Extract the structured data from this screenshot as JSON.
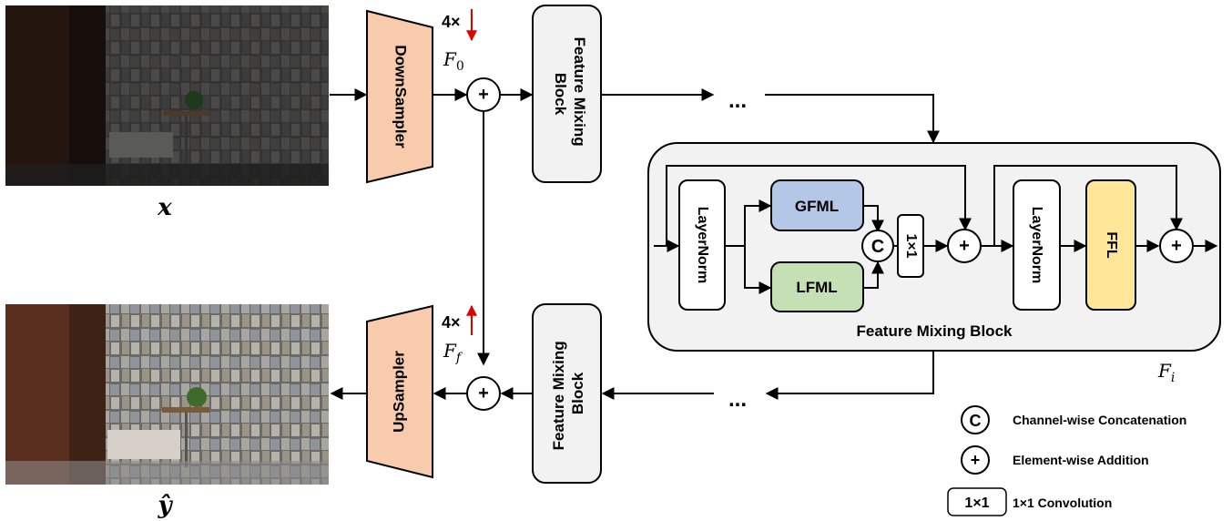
{
  "images": {
    "input_label": "x",
    "output_label": "ŷ"
  },
  "top_branch": {
    "sampler_label": "DownSampler",
    "scale_label": "4×",
    "feature_label_main": "F",
    "feature_label_sub": "0",
    "block_line1": "Feature Mixing",
    "block_line2": "Block",
    "ellipsis": "..."
  },
  "bottom_branch": {
    "sampler_label": "UpSampler",
    "scale_label": "4×",
    "feature_label_main": "F",
    "feature_label_sub": "f",
    "block_line1": "Feature Mixing",
    "block_line2": "Block",
    "ellipsis": "..."
  },
  "fmb_detail": {
    "title": "Feature Mixing Block",
    "layernorm1": "LayerNorm",
    "gfml": "GFML",
    "lfml": "LFML",
    "concat_symbol": "C",
    "conv": "1×1",
    "plus": "+",
    "layernorm2": "LayerNorm",
    "ffl": "FFL",
    "fi_main": "F",
    "fi_sub": "i"
  },
  "legend": {
    "concat_symbol": "C",
    "concat_text": "Channel-wise Concatenation",
    "add_symbol": "+",
    "add_text": "Element-wise Addition",
    "conv_symbol": "1×1",
    "conv_text": "1×1 Convolution"
  },
  "colors": {
    "sampler_fill": "#f8cbad",
    "block_fill": "#f2f2f2",
    "gfml_fill": "#b4c7e7",
    "lfml_fill": "#c5e0b4",
    "ffl_fill": "#ffe699",
    "red_arrow": "#e00000"
  }
}
